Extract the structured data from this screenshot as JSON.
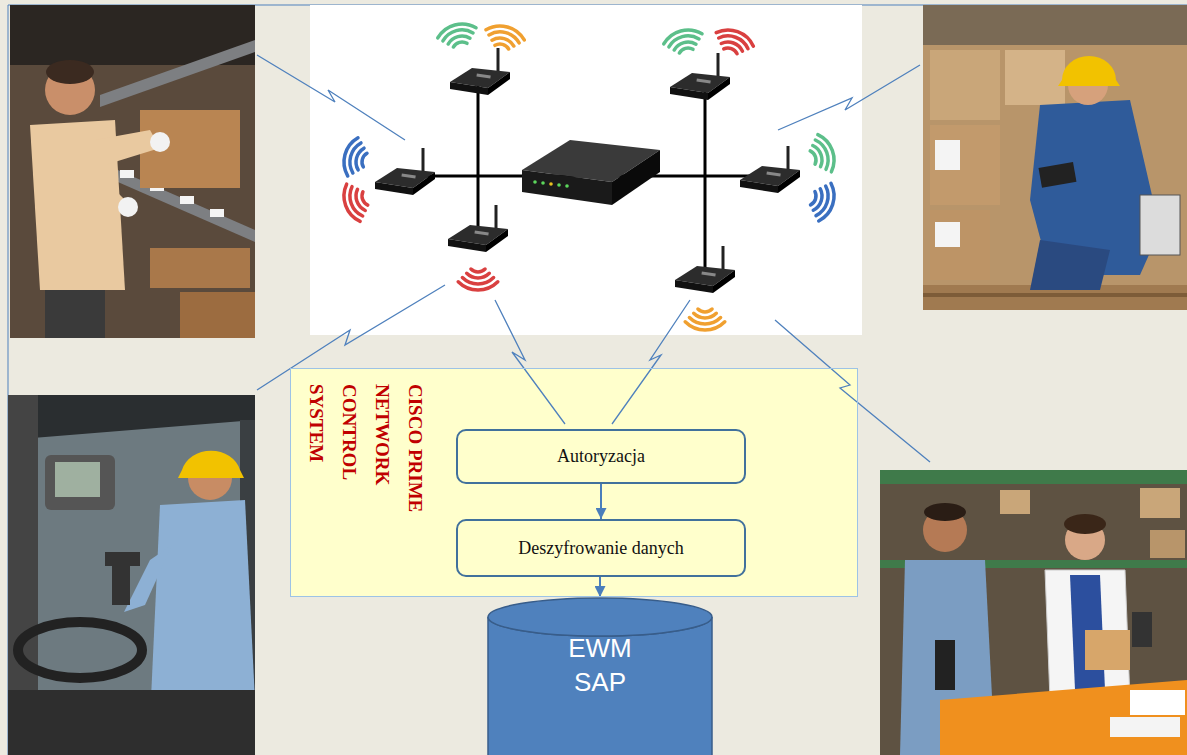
{
  "diagram": {
    "nodes": [
      {
        "text": [
          "CISCO PRIME NETWORK CONTROL SYSTEM"
        ]
      },
      {
        "text": [
          "Autoryzacja"
        ],
        "in": 0
      },
      {
        "text": [
          "Deszyfrowanie danych"
        ],
        "in": 0
      },
      {
        "text": [
          "EWM SAP"
        ]
      }
    ],
    "edges": [
      {
        "from": 1,
        "to": 2,
        "arrow": "to"
      },
      {
        "from": 2,
        "to": 3,
        "arrow": "to"
      }
    ]
  }
}
